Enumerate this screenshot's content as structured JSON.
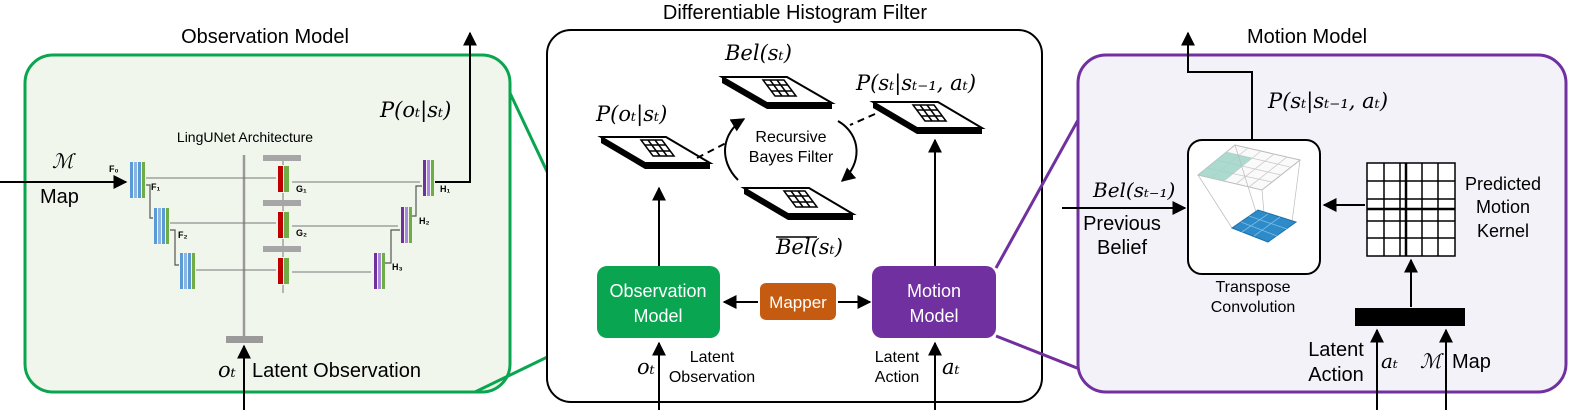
{
  "panels": {
    "observation_model": {
      "title": "Observation Model",
      "map_symbol": "ℳ",
      "map_label": "Map",
      "architecture_label": "LingUNet Architecture",
      "output_prob": "P(oₜ|sₜ)",
      "latent_symbol": "oₜ",
      "latent_label": "Latent Observation",
      "feature_labels": [
        "F₀",
        "F₁",
        "F₂"
      ],
      "g_labels": [
        "G₁",
        "G₂",
        "G₃"
      ],
      "h_labels": [
        "H₁",
        "H₂",
        "H₃"
      ]
    },
    "histogram_filter": {
      "title": "Differentiable Histogram Filter",
      "bel": "Bel(sₜ)",
      "p_obs": "P(oₜ|sₜ)",
      "p_motion": "P(sₜ|sₜ₋₁, aₜ)",
      "bel_bar": "Bel(sₜ)",
      "recursive_line1": "Recursive",
      "recursive_line2": "Bayes Filter",
      "obs_box_line1": "Observation",
      "obs_box_line2": "Model",
      "mapper_label": "Mapper",
      "motion_box_line1": "Motion",
      "motion_box_line2": "Model",
      "latent_obs_symbol": "oₜ",
      "latent_obs_line1": "Latent",
      "latent_obs_line2": "Observation",
      "latent_act_line1": "Latent",
      "latent_act_line2": "Action",
      "latent_act_symbol": "aₜ"
    },
    "motion_model": {
      "title": "Motion Model",
      "output_prob": "P(sₜ|sₜ₋₁, aₜ)",
      "prev_bel": "Bel(sₜ₋₁)",
      "prev_line1": "Previous",
      "prev_line2": "Belief",
      "transpose_line1": "Transpose",
      "transpose_line2": "Convolution",
      "kernel_line1": "Predicted",
      "kernel_line2": "Motion",
      "kernel_line3": "Kernel",
      "latent_line1": "Latent",
      "latent_line2": "Action",
      "latent_symbol": "aₜ",
      "map_symbol": "ℳ",
      "map_label": "Map"
    }
  },
  "colors": {
    "observation_green": "#0aa550",
    "observation_panel_bg": "#f1f6ec",
    "motion_purple": "#7030a0",
    "motion_panel_bg": "#f3f2f8",
    "mapper_orange": "#c55a11",
    "grid_teal": "#9fd3c7",
    "grid_blue": "#2e8bc9"
  }
}
